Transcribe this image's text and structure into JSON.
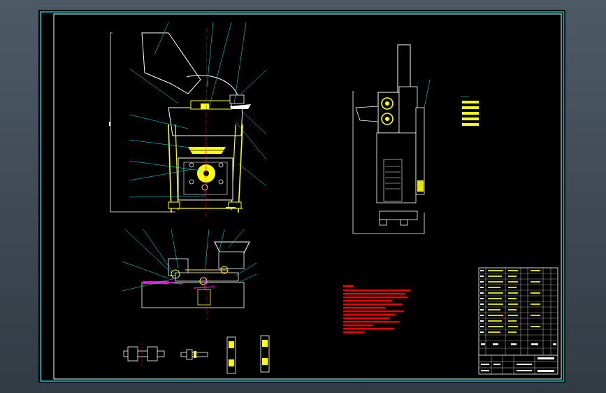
{
  "drawing": {
    "views": [
      "main-view",
      "side-view",
      "section-view",
      "detail-view-A"
    ],
    "has_technical_requirements_note": true,
    "has_parts_list": true,
    "has_title_block": true
  },
  "colors": {
    "background": "#000000",
    "frame": "#00ffff",
    "outline_white": "#ffffff",
    "part_yellow": "#ffff00",
    "centerline_red": "#ff0000",
    "leader_cyan": "#00ffff",
    "shade_magenta": "#ff00ff",
    "note_red": "#ff0000",
    "window_outer": "#3e4a55"
  }
}
